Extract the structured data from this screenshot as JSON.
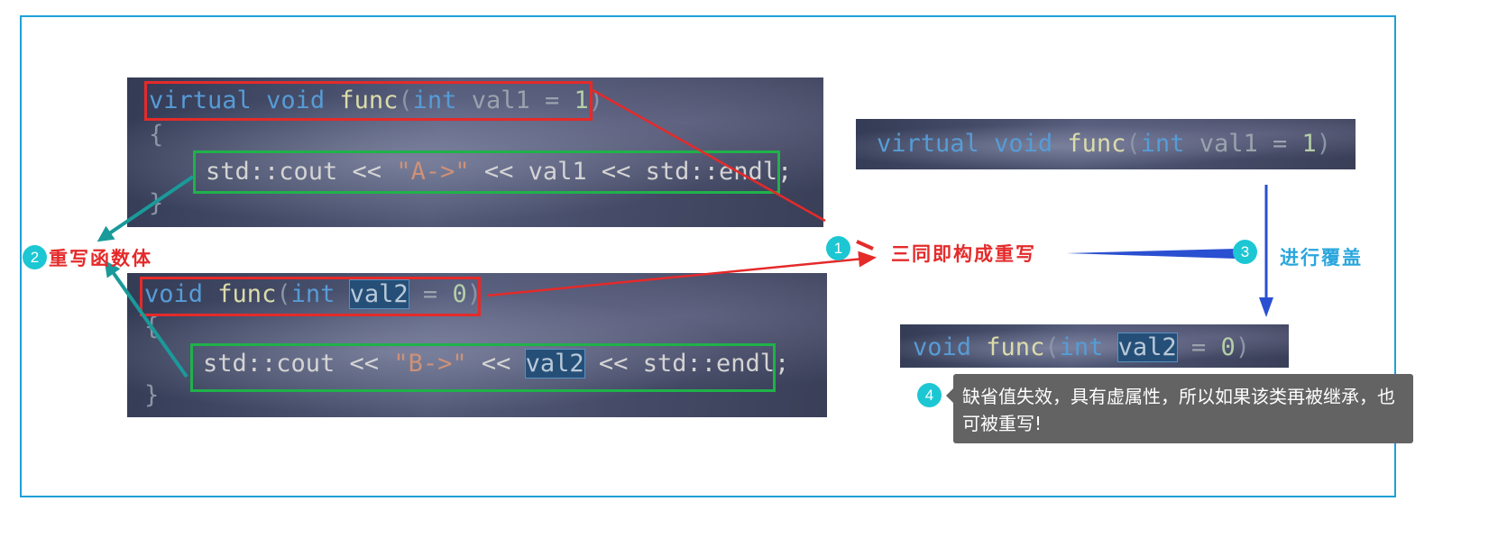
{
  "code_a": {
    "line1": {
      "kw1": "virtual",
      "kw2": "void",
      "fn": "func",
      "lp": "(",
      "type": "int",
      "param": "val1",
      "eq": " = ",
      "num": "1",
      "rp": ")"
    },
    "brace_open": "{",
    "line3": {
      "pre": "std::cout << ",
      "str": "\"A->\"",
      "post": " << val1 << std::endl;"
    },
    "brace_close": "}"
  },
  "code_b": {
    "line1": {
      "kw": "void",
      "fn": "func",
      "lp": "(",
      "type": "int",
      "param": "val2",
      "eq": " = ",
      "num": "0",
      "rp": ")"
    },
    "brace_open": "{",
    "line3": {
      "pre": "std::cout << ",
      "str": "\"B->\"",
      "mid": " << ",
      "param": "val2",
      "post": " << std::endl;"
    },
    "brace_close": "}"
  },
  "result_a": {
    "kw1": "virtual",
    "kw2": "void",
    "fn": "func",
    "lp": "(",
    "type": "int",
    "param": "val1",
    "eq": " = ",
    "num": "1",
    "rp": ")"
  },
  "result_b": {
    "kw": "void",
    "fn": "func",
    "lp": "(",
    "type": "int",
    "param": "val2",
    "eq": " = ",
    "num": "0",
    "rp": ")"
  },
  "annotations": {
    "badge1": "1",
    "badge2": "2",
    "badge3": "3",
    "badge4": "4",
    "rewrite_body": "重写函数体",
    "three_same": "三同即构成重写",
    "cover": "进行覆盖",
    "tooltip": "缺省值失效，具有虚属性，所以如果该类再被继承，也可被重写!"
  },
  "colors": {
    "red": "#e52a2a",
    "green": "#1fb24a",
    "teal": "#1a9a9a",
    "blue": "#2b4fd1",
    "badge": "#1cc7d3",
    "cover_text": "#2aa6dd"
  }
}
